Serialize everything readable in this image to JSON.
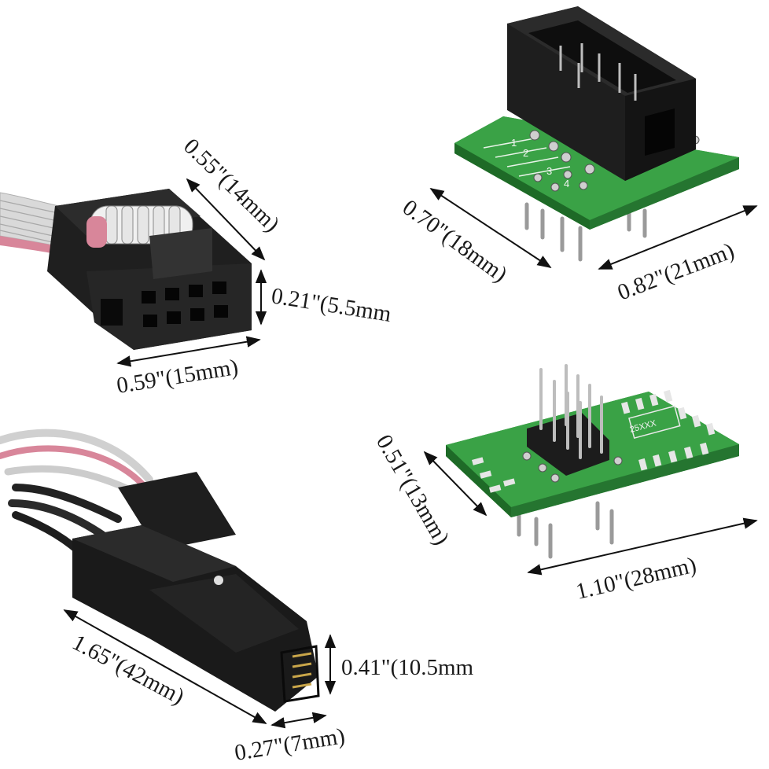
{
  "dimensions": {
    "ribbon_connector": {
      "depth": "0.55\"(14mm)",
      "height": "0.21\"(5.5mm",
      "width": "0.59\"(15mm)"
    },
    "header_adapter": {
      "depth": "0.70\"(18mm)",
      "width": "0.82\"(21mm)",
      "pin_labels": [
        "1",
        "2",
        "3",
        "4"
      ]
    },
    "soic_adapter": {
      "depth": "0.51\"(13mm)",
      "width": "1.10\"(28mm)",
      "chip_label": "25XXX"
    },
    "test_clip": {
      "length": "1.65\"(42mm)",
      "height": "0.41\"(10.5mm",
      "tip_width": "0.27\"(7mm)"
    }
  },
  "colors": {
    "pcb_green": "#2f8d3a",
    "connector_black": "#1e1e1e",
    "ribbon_gray": "#cfcfcf",
    "ribbon_red": "#d8869a"
  }
}
